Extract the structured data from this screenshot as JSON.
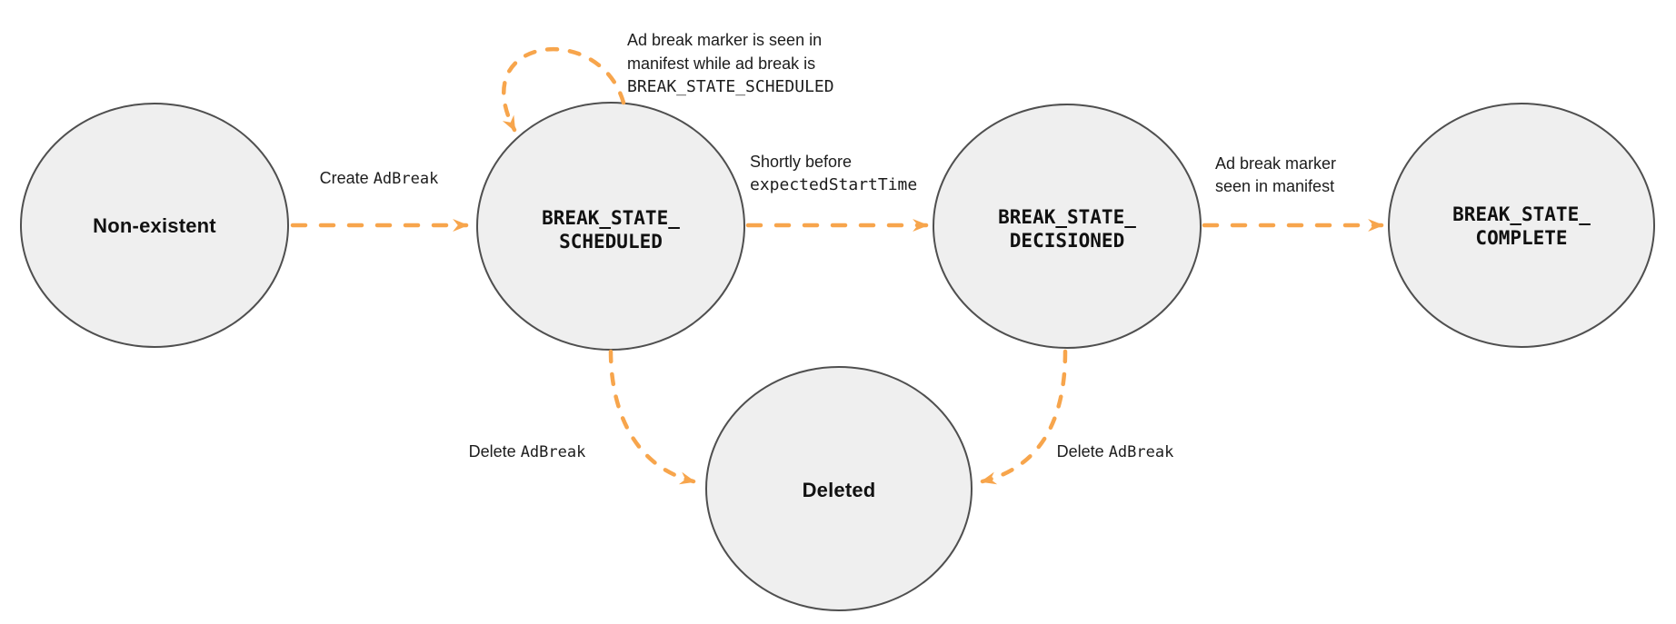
{
  "diagram": {
    "type": "state-machine",
    "colors": {
      "arrow": "#F7A54C",
      "node_fill": "#EFEFEF",
      "node_border": "#4F4F4F",
      "text": "#1C1C1C"
    },
    "nodes": {
      "non_existent": {
        "label": "Non-existent"
      },
      "scheduled": {
        "line1": "BREAK_STATE_",
        "line2": "SCHEDULED"
      },
      "decisioned": {
        "line1": "BREAK_STATE_",
        "line2": "DECISIONED"
      },
      "complete": {
        "line1": "BREAK_STATE_",
        "line2": "COMPLETE"
      },
      "deleted": {
        "label": "Deleted"
      }
    },
    "edges": {
      "create": {
        "prefix": "Create ",
        "code": "AdBreak"
      },
      "self_loop": {
        "line1": "Ad break marker is seen in",
        "line2": "manifest while ad break is",
        "code": "BREAK_STATE_SCHEDULED"
      },
      "to_decisioned": {
        "line1": "Shortly before",
        "code": "expectedStartTime"
      },
      "to_complete": {
        "line1": "Ad break marker",
        "line2": "seen in manifest"
      },
      "delete_from_scheduled": {
        "prefix": "Delete ",
        "code": "AdBreak"
      },
      "delete_from_decisioned": {
        "prefix": "Delete ",
        "code": "AdBreak"
      }
    }
  }
}
